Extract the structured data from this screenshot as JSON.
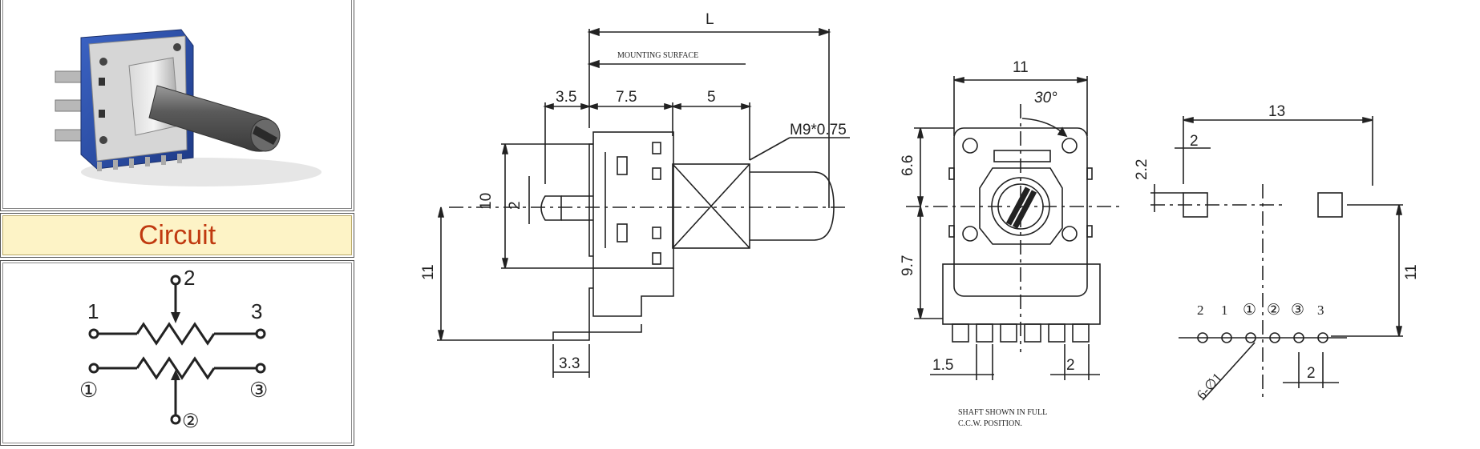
{
  "sidebar": {
    "header_label": "Circuit"
  },
  "circuit": {
    "pin_top": "2",
    "pin_left": "1",
    "pin_right": "3",
    "pin_left_lower": "①",
    "pin_right_lower": "③",
    "pin_bottom": "②"
  },
  "side_view": {
    "dim_L": "L",
    "mounting_surface": "MOUNTING SURFACE",
    "dim_3_5": "3.5",
    "dim_7_5": "7.5",
    "dim_5": "5",
    "thread": "M9*0.75",
    "dim_10": "10",
    "dim_2": "2",
    "dim_11": "11",
    "dim_3_3": "3.3"
  },
  "front_view": {
    "dim_11": "11",
    "angle": "30°",
    "dim_6_6": "6.6",
    "dim_9_7": "9.7",
    "dim_1_5": "1.5",
    "dim_2": "2",
    "note_line1": "SHAFT SHOWN IN FULL",
    "note_line2": "C.C.W. POSITION."
  },
  "pcb_layout": {
    "dim_13": "13",
    "dim_2_top": "2",
    "dim_2_2": "2.2",
    "dim_11": "11",
    "pin_labels": [
      "2",
      "1",
      "①",
      "②",
      "③",
      "3"
    ],
    "hole_spec": "6-∅1",
    "dim_2_bottom": "2"
  },
  "colors": {
    "accent_text": "#c03a10",
    "header_bg": "#fdf3c6",
    "line": "#222222",
    "potentiometer_blue": "#2c4ea8"
  }
}
